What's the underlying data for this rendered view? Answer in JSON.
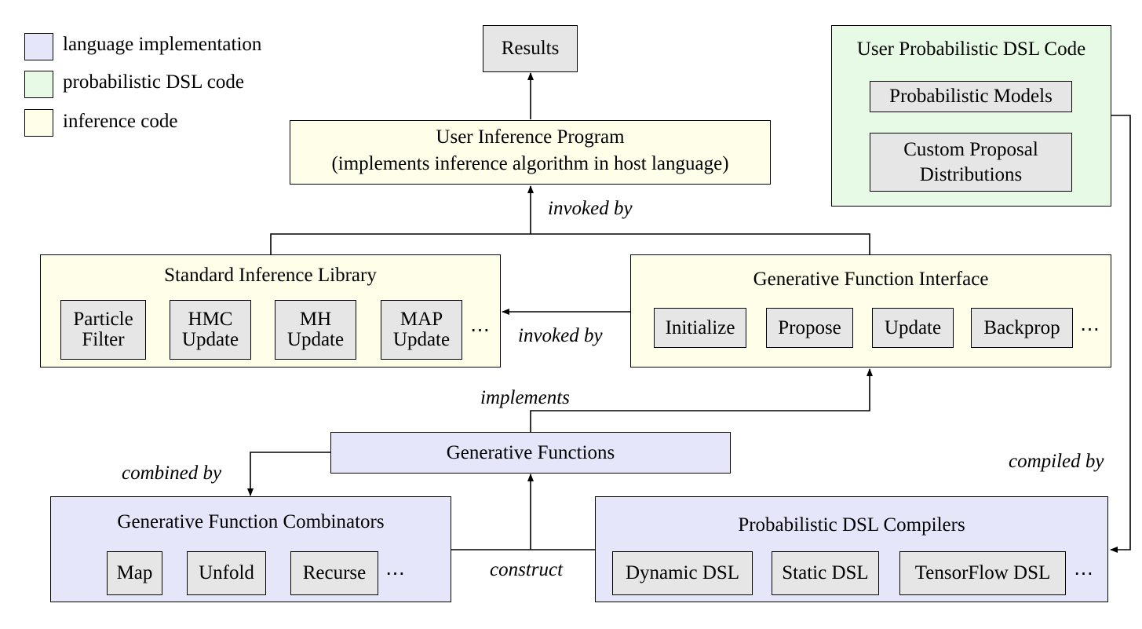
{
  "colors": {
    "language_implementation": "#e6e6fa",
    "probabilistic_dsl_code": "#e6fae6",
    "inference_code": "#fefee9",
    "component": "#e6e6e6"
  },
  "legend": [
    {
      "label": "language implementation"
    },
    {
      "label": "probabilistic DSL code"
    },
    {
      "label": "inference code"
    }
  ],
  "results": "Results",
  "user_inference": {
    "line1": "User Inference Program",
    "line2": "(implements inference algorithm in host language)"
  },
  "user_dsl": {
    "title": "User Probabilistic DSL Code",
    "models": "Probabilistic Models",
    "proposals_line1": "Custom Proposal",
    "proposals_line2": "Distributions"
  },
  "std_library": {
    "title": "Standard Inference Library",
    "items": [
      {
        "line1": "Particle",
        "line2": "Filter"
      },
      {
        "line1": "HMC",
        "line2": "Update"
      },
      {
        "line1": "MH",
        "line2": "Update"
      },
      {
        "line1": "MAP",
        "line2": "Update"
      }
    ],
    "more": "⋯"
  },
  "gfi": {
    "title": "Generative Function Interface",
    "items": [
      "Initialize",
      "Propose",
      "Update",
      "Backprop"
    ],
    "more": "⋯"
  },
  "gen_functions": "Generative Functions",
  "combinators": {
    "title": "Generative Function Combinators",
    "items": [
      "Map",
      "Unfold",
      "Recurse"
    ],
    "more": "⋯"
  },
  "compilers": {
    "title": "Probabilistic DSL Compilers",
    "items": [
      "Dynamic DSL",
      "Static DSL",
      "TensorFlow DSL"
    ],
    "more": "⋯"
  },
  "edge_labels": {
    "invoked_by_top": "invoked by",
    "invoked_by_left": "invoked by",
    "implements": "implements",
    "combined_by": "combined by",
    "compiled_by": "compiled by",
    "construct": "construct"
  }
}
